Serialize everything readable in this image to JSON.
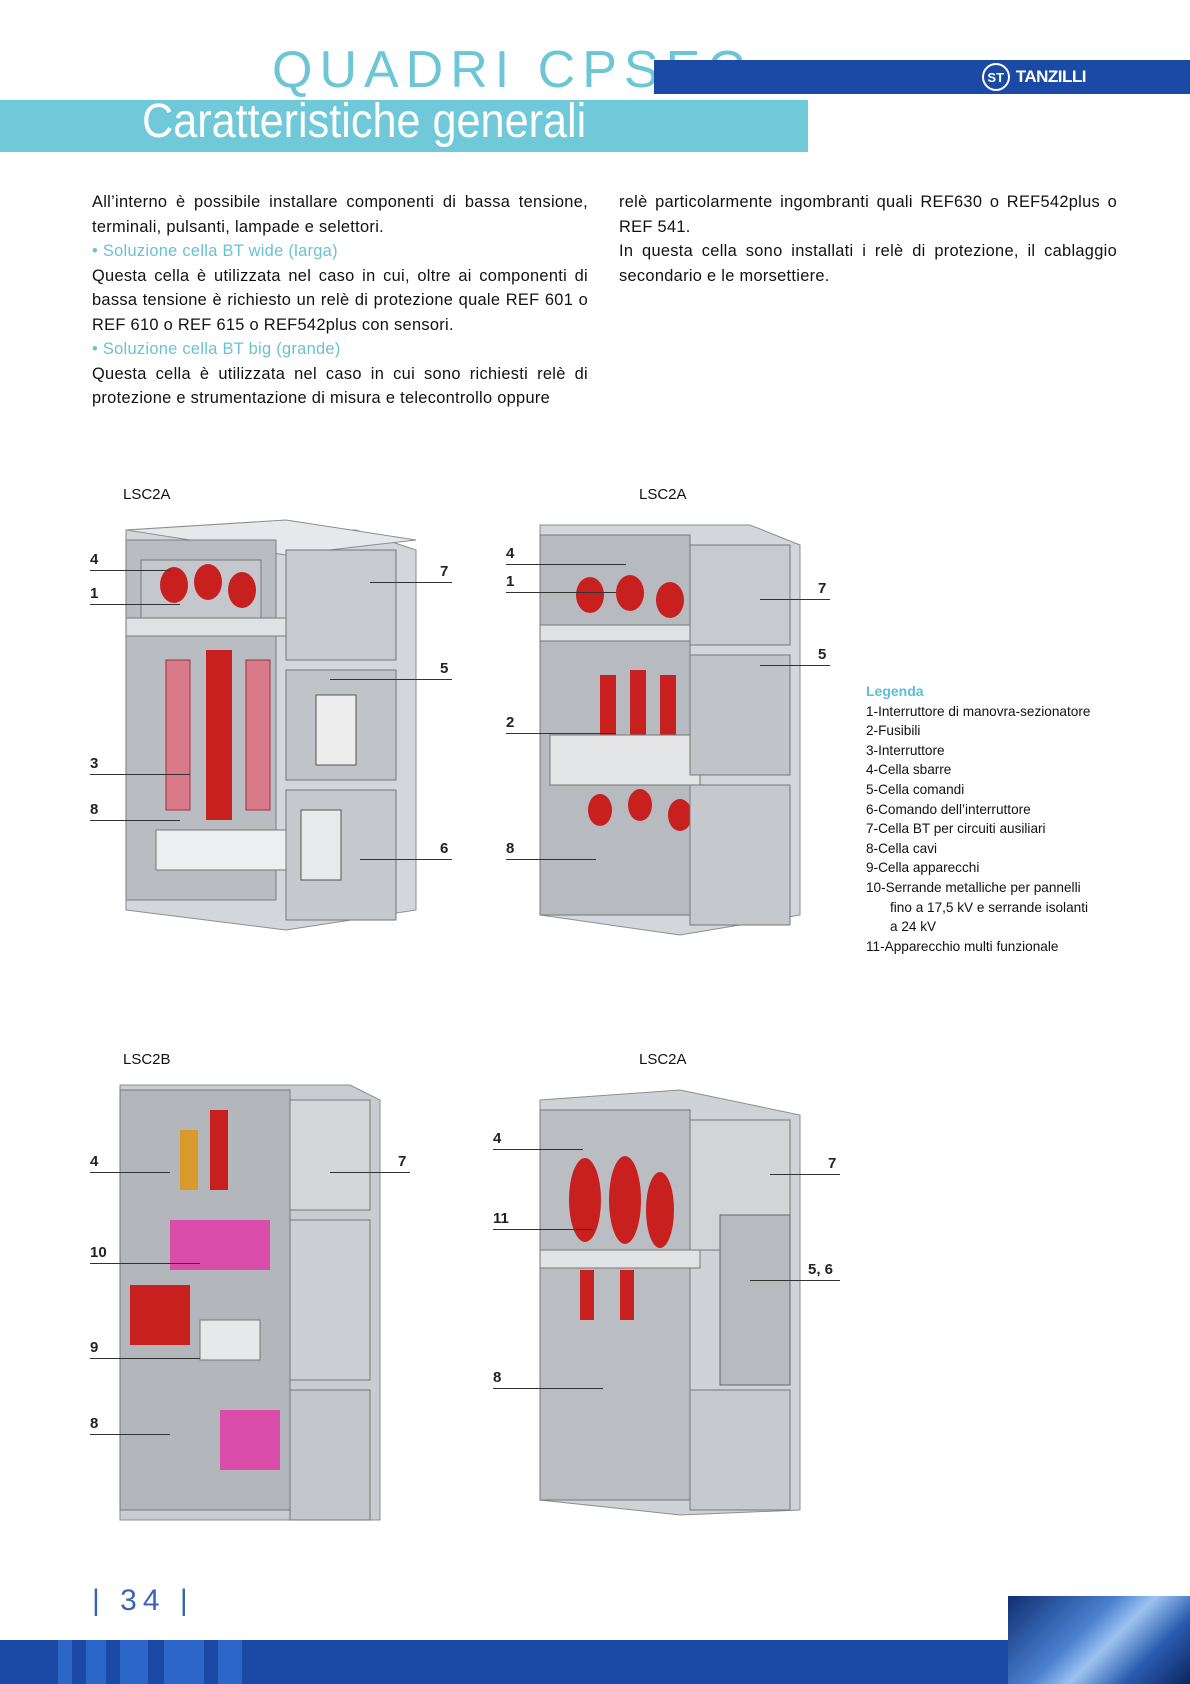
{
  "header": {
    "title": "QUADRI CPSEC",
    "subtitle": "Caratteristiche generali",
    "brand": "TANZILLI",
    "brand_mark": "ST"
  },
  "body": {
    "left": {
      "p1": "All’interno è possibile installare componenti di bassa tensione, terminali, pulsanti, lampade e selettori.",
      "bullet1": "• Soluzione cella BT wide (larga)",
      "p2": "Questa cella è utilizzata nel caso in cui, oltre ai componenti di bassa tensione è richiesto un relè di protezione quale REF 601 o REF 610 o REF 615 o REF542plus con sensori.",
      "bullet2": "• Soluzione cella BT big (grande)",
      "p3": "Questa cella è utilizzata nel caso in cui sono richiesti relè di protezione e strumentazione di misura e telecontrollo oppure"
    },
    "right": {
      "p1": "relè particolarmente ingombranti quali REF630 o REF542plus o REF 541.",
      "p2": "In questa cella sono installati i relè di protezione, il cablaggio secondario e le morsettiere."
    }
  },
  "figures": [
    {
      "label": "LSC2A",
      "callouts": [
        "4",
        "1",
        "7",
        "5",
        "3",
        "8",
        "6"
      ]
    },
    {
      "label": "LSC2A",
      "callouts": [
        "4",
        "1",
        "7",
        "5",
        "2",
        "8"
      ]
    },
    {
      "label": "LSC2B",
      "callouts": [
        "4",
        "7",
        "10",
        "9",
        "8"
      ]
    },
    {
      "label": "LSC2A",
      "callouts": [
        "4",
        "7",
        "11",
        "5, 6",
        "8"
      ]
    }
  ],
  "legend": {
    "title": "Legenda",
    "items": [
      "1-Interruttore di manovra-sezionatore",
      "2-Fusibili",
      "3-Interruttore",
      "4-Cella sbarre",
      "5-Cella comandi",
      "6-Comando dell’interruttore",
      "7-Cella BT per circuiti ausiliari",
      "8-Cella cavi",
      "9-Cella apparecchi",
      "10-Serrande metalliche per pannelli",
      "fino a 17,5 kV e serrande isolanti",
      "a 24 kV",
      "11-Apparecchio multi funzionale"
    ]
  },
  "footer": {
    "page_number": "| 34 |"
  },
  "colors": {
    "accent_cyan": "#6fc9d8",
    "brand_blue": "#1a4aa6",
    "enclosure_grey": "#c9ccd0",
    "component_red": "#c8201e",
    "magenta": "#e23ba8"
  }
}
